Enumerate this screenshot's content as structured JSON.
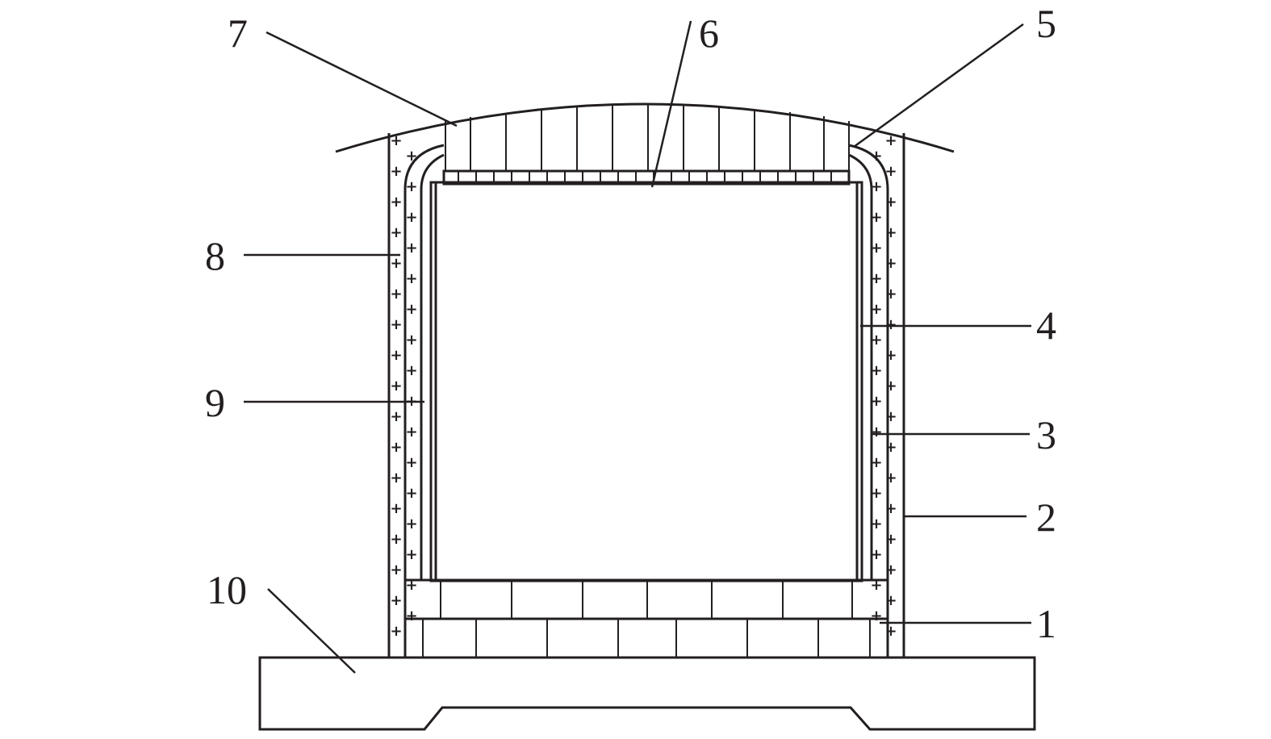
{
  "diagram": {
    "stroke_color": "#231f20",
    "background": "#ffffff",
    "insulation_marker": "+",
    "callouts": [
      {
        "id": "1",
        "text": "1"
      },
      {
        "id": "2",
        "text": "2"
      },
      {
        "id": "3",
        "text": "3"
      },
      {
        "id": "4",
        "text": "4"
      },
      {
        "id": "5",
        "text": "5"
      },
      {
        "id": "6",
        "text": "6"
      },
      {
        "id": "7",
        "text": "7"
      },
      {
        "id": "8",
        "text": "8"
      },
      {
        "id": "9",
        "text": "9"
      },
      {
        "id": "10",
        "text": "10"
      }
    ]
  }
}
